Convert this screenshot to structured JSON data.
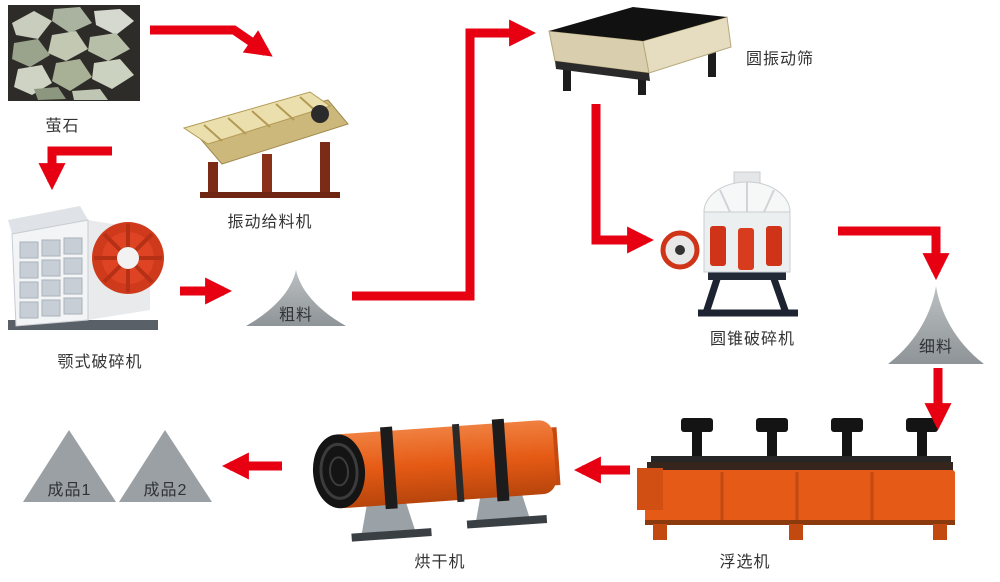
{
  "diagram": {
    "type": "flowchart",
    "labels": {
      "fluorite": "萤石",
      "feeder": "振动给料机",
      "jaw_crusher": "颚式破碎机",
      "coarse": "粗料",
      "screen": "圆振动筛",
      "cone_crusher": "圆锥破碎机",
      "fine": "细料",
      "flotation": "浮选机",
      "dryer": "烘干机",
      "product1": "成品1",
      "product2": "成品2"
    },
    "edges": [
      {
        "from": "fluorite",
        "to": "feeder"
      },
      {
        "from": "fluorite",
        "to": "jaw_crusher"
      },
      {
        "from": "jaw_crusher",
        "to": "coarse"
      },
      {
        "from": "coarse",
        "to": "screen"
      },
      {
        "from": "screen",
        "to": "cone_crusher"
      },
      {
        "from": "cone_crusher",
        "to": "fine"
      },
      {
        "from": "fine",
        "to": "flotation"
      },
      {
        "from": "flotation",
        "to": "dryer"
      },
      {
        "from": "dryer",
        "to": "product2"
      },
      {
        "from": "dryer",
        "to": "product1"
      }
    ],
    "colors": {
      "arrow_red": "#e60012",
      "pile_gray": "#9aa0a4",
      "machine_orange": "#e55a16",
      "label_text": "#333333",
      "background": "#ffffff"
    }
  }
}
